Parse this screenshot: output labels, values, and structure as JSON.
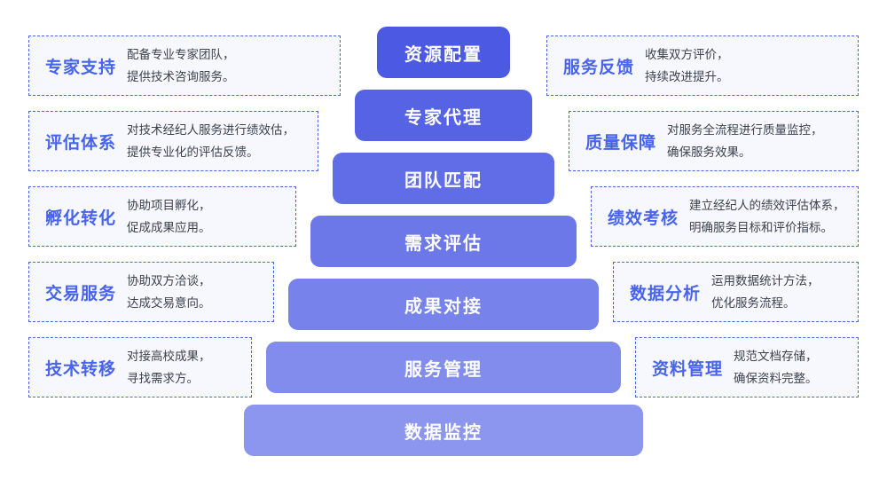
{
  "colors": {
    "background": "#ffffff",
    "panel_title": "#4864ee",
    "panel_border": "#4667de",
    "panel_bg": "#f6f8fd",
    "desc_text": "#3d424d",
    "bar_text": "#ffffff"
  },
  "pyramid": {
    "levels": [
      {
        "label": "资源配置",
        "color": "#4c59e3"
      },
      {
        "label": "专家代理",
        "color": "#5763e5"
      },
      {
        "label": "团队匹配",
        "color": "#616de7"
      },
      {
        "label": "需求评估",
        "color": "#6c78e8"
      },
      {
        "label": "成果对接",
        "color": "#7782ea"
      },
      {
        "label": "服务管理",
        "color": "#818cec"
      },
      {
        "label": "数据监控",
        "color": "#8c96ee"
      }
    ]
  },
  "left_panels": [
    {
      "title": "专家支持",
      "desc_line1": "配备专业专家团队，",
      "desc_line2": "提供技术咨询服务。"
    },
    {
      "title": "评估体系",
      "desc_line1": "对技术经纪人服务进行绩效估，",
      "desc_line2": "提供专业化的评估反馈。"
    },
    {
      "title": "孵化转化",
      "desc_line1": "协助项目孵化，",
      "desc_line2": "促成成果应用。"
    },
    {
      "title": "交易服务",
      "desc_line1": "协助双方洽谈，",
      "desc_line2": "达成交易意向。"
    },
    {
      "title": "技术转移",
      "desc_line1": "对接高校成果，",
      "desc_line2": "寻找需求方。"
    }
  ],
  "right_panels": [
    {
      "title": "服务反馈",
      "desc_line1": "收集双方评价，",
      "desc_line2": "持续改进提升。"
    },
    {
      "title": "质量保障",
      "desc_line1": "对服务全流程进行质量监控，",
      "desc_line2": "确保服务效果。"
    },
    {
      "title": "绩效考核",
      "desc_line1": "建立经纪人的绩效评估体系，",
      "desc_line2": "明确服务目标和评价指标。"
    },
    {
      "title": "数据分析",
      "desc_line1": "运用数据统计方法，",
      "desc_line2": "优化服务流程。"
    },
    {
      "title": "资料管理",
      "desc_line1": "规范文档存储，",
      "desc_line2": "确保资料完整。"
    }
  ]
}
